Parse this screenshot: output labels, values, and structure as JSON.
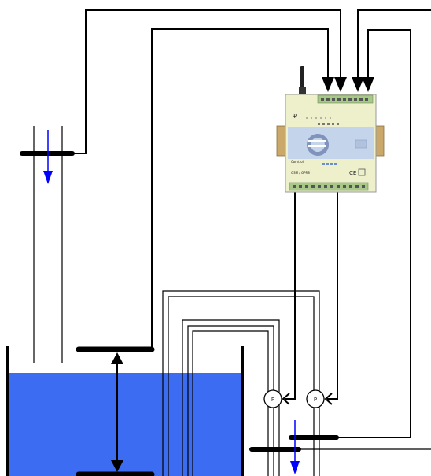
{
  "colors": {
    "line": "#000000",
    "water": "#3b6cf2",
    "flow_arrow": "#0000ff",
    "device_body": "#eef0cc",
    "device_panel": "#c4d4ea",
    "device_side": "#c9a86a",
    "terminal_green": "#a8c88a"
  },
  "device": {
    "label_top": "Ψ",
    "label_brand": "Comtrol",
    "label_model": "GSM / GPRS",
    "label_small_1": "CE",
    "icon": "gsm-module-icon"
  },
  "gauges": [
    {
      "label": "P"
    },
    {
      "label": "P"
    }
  ]
}
